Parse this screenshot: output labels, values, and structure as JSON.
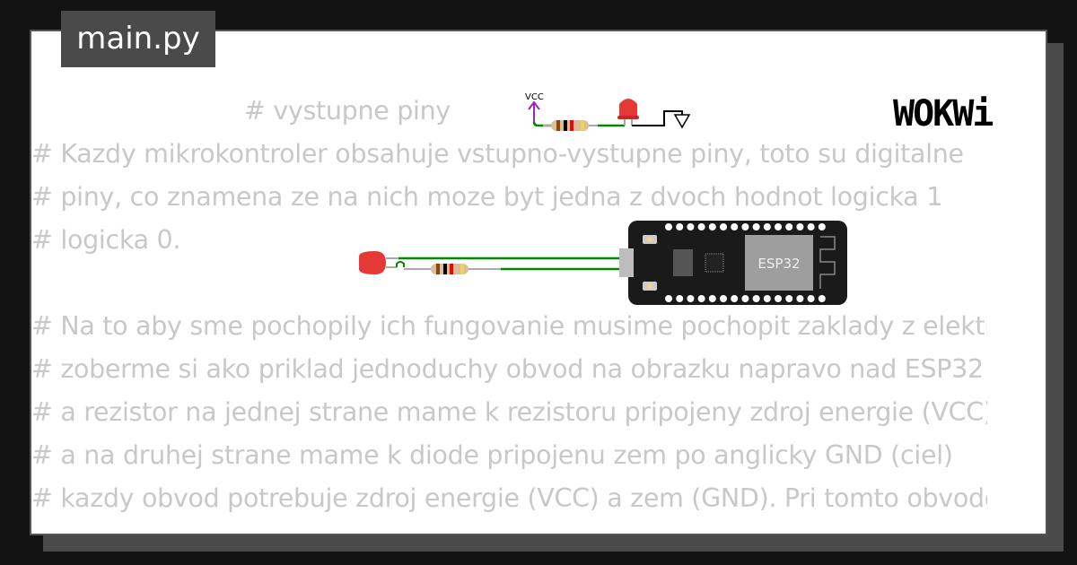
{
  "editor": {
    "file_tab": "main.py",
    "code_lines": [
      "# vystupne piny",
      "# Kazdy mikrokontroler obsahuje vstupno-vystupne piny, toto su digitalne",
      "# piny, co znamena ze na nich moze byt jedna z dvoch hodnot logicka 1",
      "# logicka 0.",
      "",
      "# Na to aby sme pochopily ich fungovanie musime pochopit zaklady z elektroniky",
      "# zoberme si ako priklad jednoduchy obvod na obrazku napravo nad ESP32",
      "# a rezistor na jednej strane mame k rezistoru pripojeny zdroj energie (VCC)",
      "# a na druhej strane mame k diode pripojenu zem po anglicky GND (ciel)",
      "# kazdy obvod potrebuje zdroj energie (VCC) a zem (GND). Pri tomto obvode"
    ]
  },
  "circuit": {
    "vcc_label": "VCC",
    "board_label": "ESP32",
    "colors": {
      "wire_green": "#008800",
      "vcc_purple": "#9c27b0",
      "led_red": "#e53935",
      "board": "#1a1a1a",
      "chip": "#9e9e9e"
    }
  },
  "brand": {
    "logo_text": "WOKWi"
  }
}
